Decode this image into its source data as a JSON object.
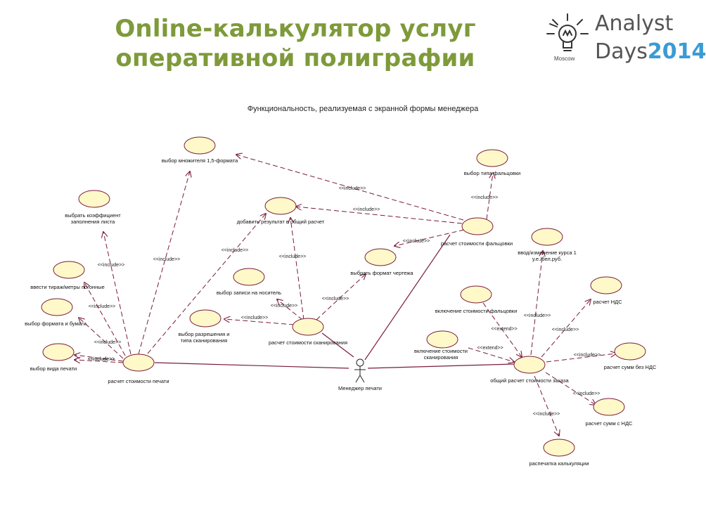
{
  "slide": {
    "title_line1": "Online-калькулятор услуг",
    "title_line2": "оперативной полиграфии"
  },
  "logo": {
    "city": "Moscow",
    "word1": "Analyst",
    "word2": "Days",
    "year": "2014",
    "icon": "lightbulb-icon"
  },
  "diagram": {
    "caption": "Функциональность, реализуемая с экранной формы менеджера",
    "actor": {
      "id": "manager",
      "label": "Менеджер печати"
    },
    "use_cases": [
      {
        "id": "mult15",
        "label": "выбор множителя 1,5-формата"
      },
      {
        "id": "fill_coef",
        "label": "выбрать коэффициент заполнения листа"
      },
      {
        "id": "print_meters",
        "label": "ввести тираж/метры погонные"
      },
      {
        "id": "format_paper",
        "label": "выбор формата и бумаги"
      },
      {
        "id": "print_type",
        "label": "выбор вида печати"
      },
      {
        "id": "print_calc",
        "label": "расчет стоимости печати"
      },
      {
        "id": "add_result",
        "label": "добавить результат в общий расчет"
      },
      {
        "id": "media",
        "label": "выбор записи на носитель"
      },
      {
        "id": "resolution",
        "label": "выбор разрешения и типа сканирования"
      },
      {
        "id": "scan_calc",
        "label": "расчет стоимости сканирования"
      },
      {
        "id": "drawing_format",
        "label": "выбрать формат чертежа"
      },
      {
        "id": "fold_type",
        "label": "выбор типа фальцовки"
      },
      {
        "id": "fold_calc",
        "label": "расчет стоимости фальцовки"
      },
      {
        "id": "rate",
        "label": "ввод/изменение курса 1 у.е./бел.руб."
      },
      {
        "id": "incl_fold",
        "label": "включение стоимости фальцовки"
      },
      {
        "id": "incl_scan",
        "label": "включение стоимости сканирования"
      },
      {
        "id": "vat",
        "label": "расчет НДС"
      },
      {
        "id": "order_calc",
        "label": "общий расчет стоимости заказа"
      },
      {
        "id": "sum_no_vat",
        "label": "расчет сумм без НДС"
      },
      {
        "id": "sum_vat",
        "label": "расчет сумм с НДС"
      },
      {
        "id": "print_out",
        "label": "распечатка калькуляции"
      }
    ],
    "associations": [
      {
        "from": "manager",
        "to": "print_calc"
      },
      {
        "from": "manager",
        "to": "scan_calc"
      },
      {
        "from": "manager",
        "to": "fold_calc"
      },
      {
        "from": "manager",
        "to": "order_calc"
      }
    ],
    "relations": [
      {
        "from": "print_calc",
        "to": "mult15",
        "label": "<<include>>"
      },
      {
        "from": "print_calc",
        "to": "fill_coef",
        "label": "<<include>>"
      },
      {
        "from": "print_calc",
        "to": "print_meters",
        "label": "<<include>>"
      },
      {
        "from": "print_calc",
        "to": "format_paper",
        "label": "<<include>>"
      },
      {
        "from": "print_calc",
        "to": "print_type",
        "label": "<<include>>"
      },
      {
        "from": "print_calc",
        "to": "print_type",
        "label": "<<include>>"
      },
      {
        "from": "print_calc",
        "to": "add_result",
        "label": "<<include>>"
      },
      {
        "from": "scan_calc",
        "to": "add_result",
        "label": "<<include>>"
      },
      {
        "from": "scan_calc",
        "to": "media",
        "label": "<<include>>"
      },
      {
        "from": "scan_calc",
        "to": "resolution",
        "label": "<<include>>"
      },
      {
        "from": "scan_calc",
        "to": "drawing_format",
        "label": "<<include>>"
      },
      {
        "from": "fold_calc",
        "to": "mult15",
        "label": "<<include>>"
      },
      {
        "from": "fold_calc",
        "to": "add_result",
        "label": "<<include>>"
      },
      {
        "from": "fold_calc",
        "to": "drawing_format",
        "label": "<<include>>"
      },
      {
        "from": "fold_calc",
        "to": "fold_type",
        "label": "<<include>>"
      },
      {
        "from": "order_calc",
        "to": "rate",
        "label": "<<include>>"
      },
      {
        "from": "incl_fold",
        "to": "order_calc",
        "label": "<<extend>>"
      },
      {
        "from": "incl_scan",
        "to": "order_calc",
        "label": "<<extend>>"
      },
      {
        "from": "order_calc",
        "to": "vat",
        "label": "<<include>>"
      },
      {
        "from": "order_calc",
        "to": "sum_no_vat",
        "label": "<<include>>"
      },
      {
        "from": "order_calc",
        "to": "sum_vat",
        "label": "<<include>>"
      },
      {
        "from": "order_calc",
        "to": "print_out",
        "label": "<<include>>"
      }
    ],
    "colors": {
      "ellipse_fill": "#fff8c8",
      "ellipse_stroke": "#7a1c3a",
      "line": "#7a1c3a",
      "title": "#7e9a3a",
      "year": "#3a9bd5"
    }
  }
}
